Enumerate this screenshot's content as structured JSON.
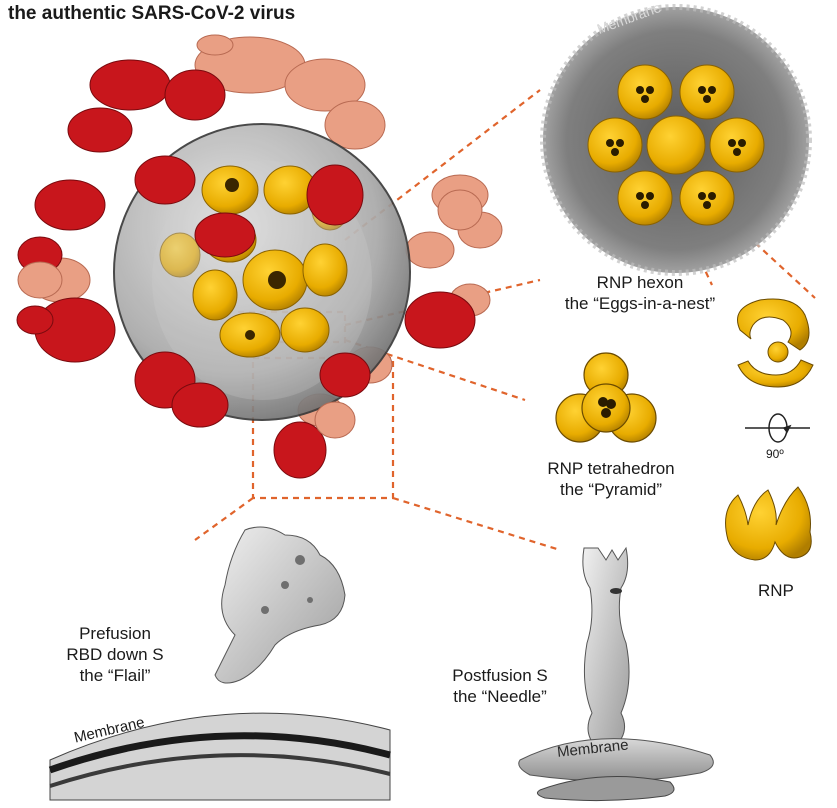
{
  "title": "the authentic SARS-CoV-2 virus",
  "labels": {
    "membrane_top": "Membrane",
    "membrane_bottom_left": "Membrane",
    "membrane_bottom_right": "Membrane",
    "hexon_line1": "RNP hexon",
    "hexon_line2": "the “Eggs-in-a-nest”",
    "tetra_line1": "RNP tetrahedron",
    "tetra_line2": "the “Pyramid”",
    "rotation": "90º",
    "rnp": "RNP",
    "prefusion_line1": "Prefusion",
    "prefusion_line2": "RBD down S",
    "prefusion_line3": "the “Flail”",
    "postfusion_line1": "Postfusion S",
    "postfusion_line2": "the “Needle”"
  },
  "colors": {
    "spike_red": "#c8161c",
    "spike_salmon": "#e99f84",
    "rnp_yellow": "#f2b600",
    "envelope_gray": "#9a9a9a",
    "connector_orange": "#e0642c",
    "structure_gray": "#c8c8c8"
  }
}
